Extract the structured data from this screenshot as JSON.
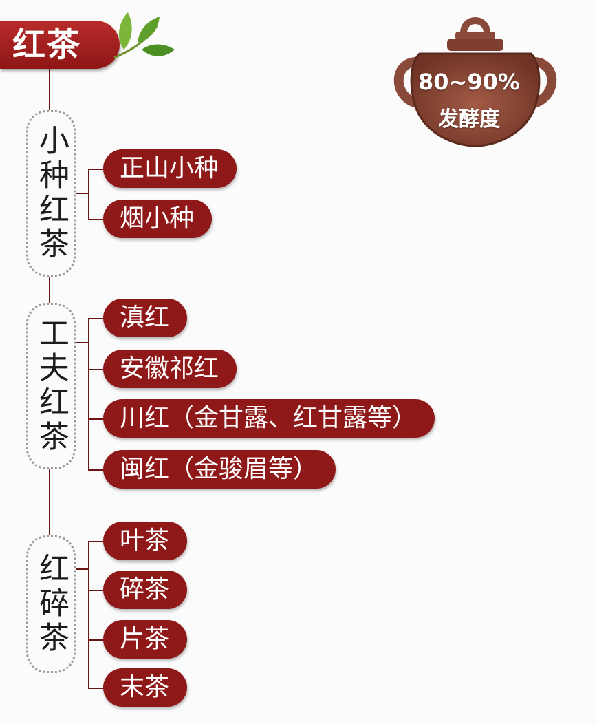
{
  "title": "红茶",
  "fermentation": {
    "percent": "80~90%",
    "label": "发酵度"
  },
  "groups": [
    {
      "label": "小种红茶",
      "items": [
        "正山小种",
        "烟小种"
      ]
    },
    {
      "label": "工夫红茶",
      "items": [
        "滇红",
        "安徽祁红",
        "川红（金甘露、红甘露等）",
        "闽红（金骏眉等）"
      ]
    },
    {
      "label": "红碎茶",
      "items": [
        "叶茶",
        "碎茶",
        "片茶",
        "末茶"
      ]
    }
  ],
  "colors": {
    "accent": "#8f1818",
    "connector": "#6b1414",
    "pot": "#8a4a3a"
  }
}
